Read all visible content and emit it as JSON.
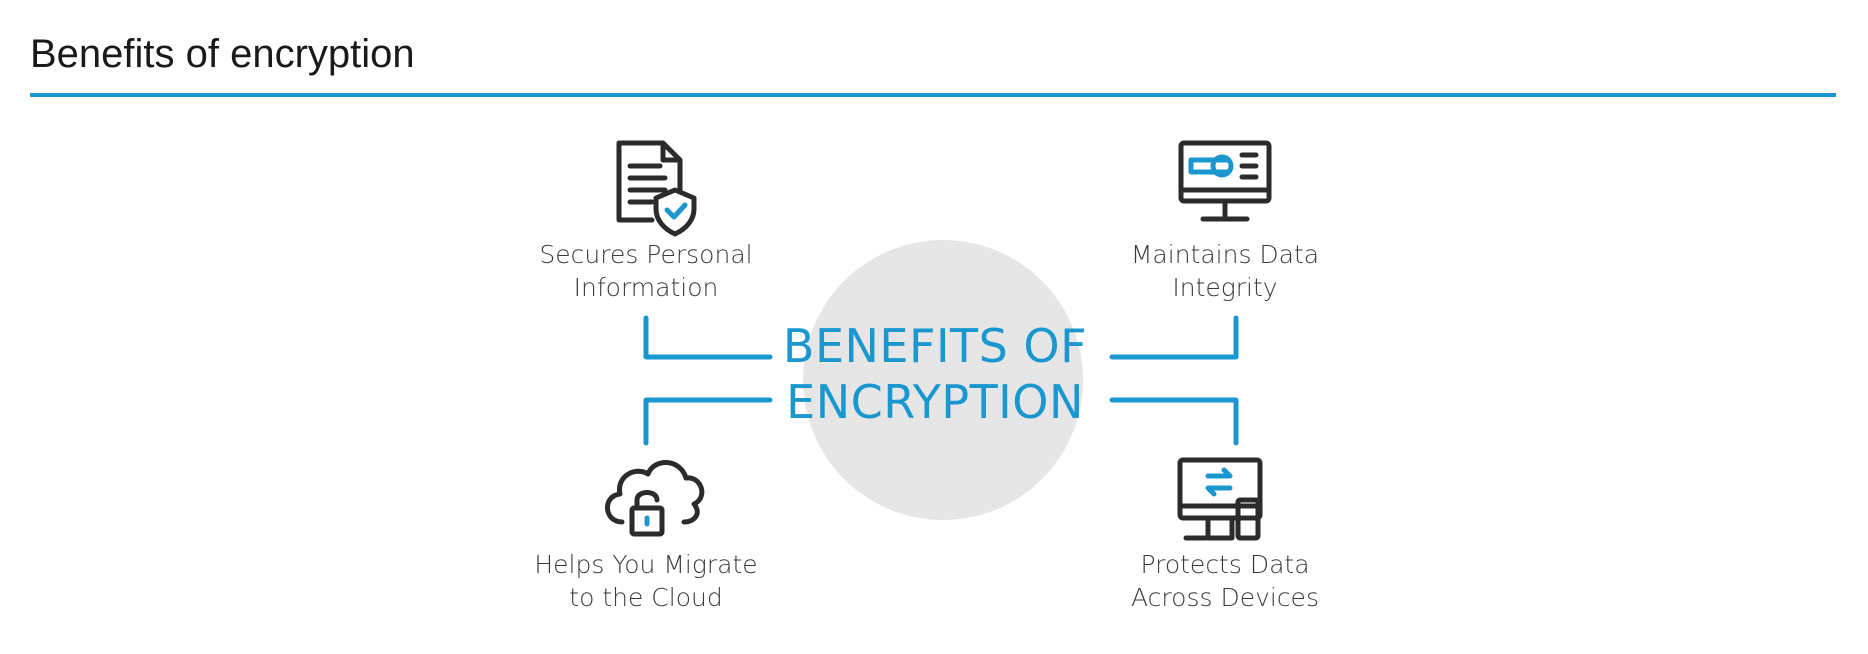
{
  "page": {
    "title": "Benefits of encryption"
  },
  "diagram": {
    "center": {
      "line1": "BENEFITS OF",
      "line2": "ENCRYPTION"
    },
    "benefits": [
      {
        "line1": "Secures Personal",
        "line2": "Information",
        "icon": "document-shield-icon"
      },
      {
        "line1": "Maintains Data",
        "line2": "Integrity",
        "icon": "monitor-key-icon"
      },
      {
        "line1": "Helps You Migrate",
        "line2": "to the Cloud",
        "icon": "cloud-lock-icon"
      },
      {
        "line1": "Protects Data",
        "line2": "Across Devices",
        "icon": "devices-transfer-icon"
      }
    ],
    "colors": {
      "accent": "#1b97d0",
      "icon_stroke": "#2b2b2b",
      "center_circle": "#e6e6e6",
      "label_text": "#3a3a3a"
    }
  }
}
